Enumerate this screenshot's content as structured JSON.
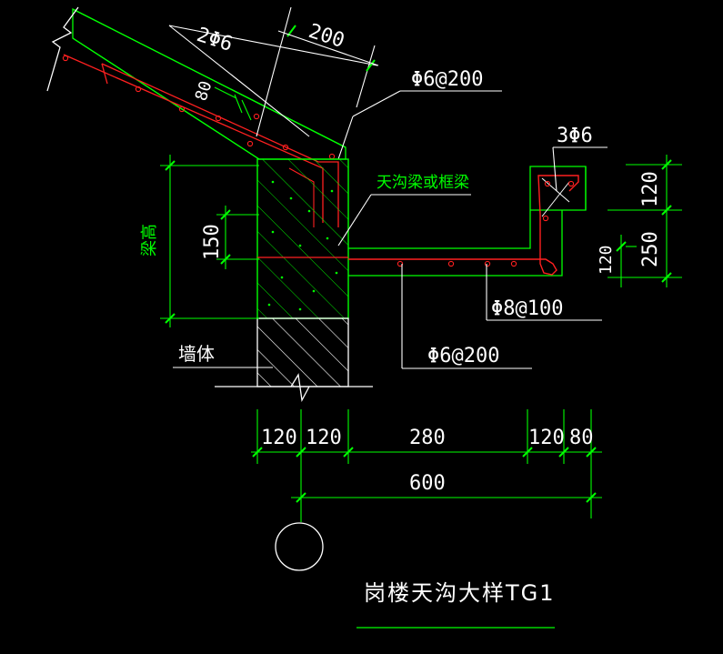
{
  "drawing": {
    "title": "岗楼天沟大样TG1",
    "colors": {
      "background": "#000000",
      "green": "#00ff00",
      "white": "#ffffff",
      "red": "#ff2020"
    },
    "labels": {
      "roof_bar": "2Φ6",
      "roof_dim_200": "200",
      "roof_dim_80": "80",
      "stirrup_top": "Φ6@200",
      "gutter_beam": "天沟梁或框梁",
      "beam_height": "梁高",
      "dim_150": "150",
      "wall": "墙体",
      "edge_bar": "3Φ6",
      "dim_120_right": "120",
      "dim_250_right": "250",
      "dim_120_lip": "120",
      "slab_bar": "Φ8@100",
      "bottom_bar": "Φ6@200"
    },
    "dimensions": [
      "120",
      "120",
      "280",
      "120",
      "80"
    ],
    "total": "600"
  }
}
